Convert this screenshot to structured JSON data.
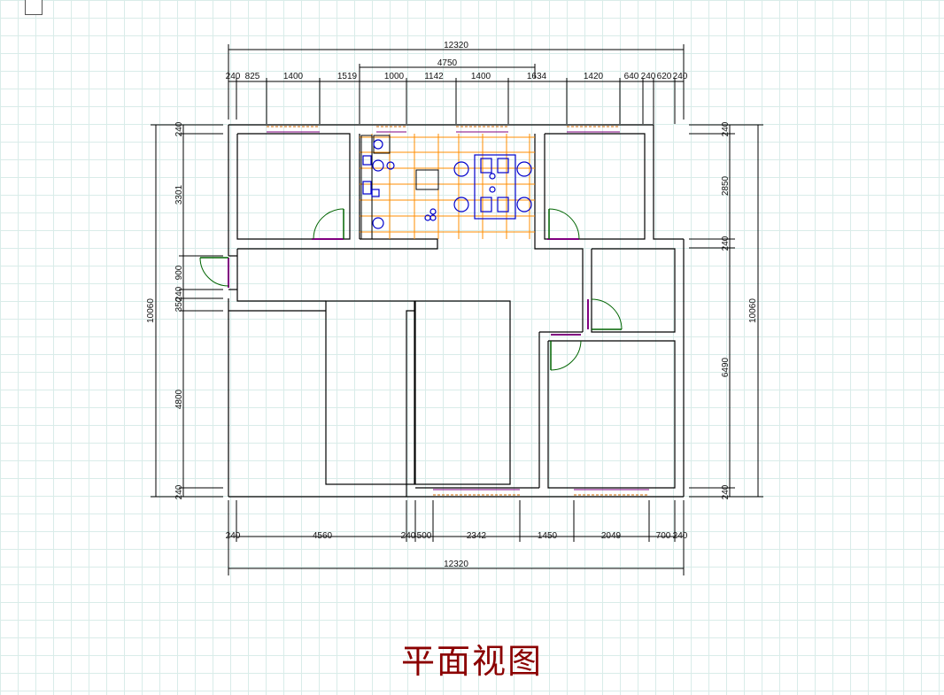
{
  "canvas": {
    "corner_button_icon": "square-icon"
  },
  "caption": "平面视图",
  "dimensions": {
    "top_overall": "12320",
    "top_segment": "4750",
    "top_row": [
      "240",
      "825",
      "1400",
      "1519",
      "1000",
      "1142",
      "1400",
      "1634",
      "1420",
      "640",
      "240",
      "620",
      "240"
    ],
    "bottom_row": [
      "240",
      "4560",
      "240",
      "500",
      "2342",
      "1450",
      "2049",
      "700",
      "240"
    ],
    "bottom_overall": "12320",
    "left_overall": "10060",
    "left_segments": [
      "240",
      "3301",
      "900",
      "240",
      "350",
      "4800",
      "240"
    ],
    "right_overall": "10060",
    "right_segments": [
      "240",
      "2850",
      "240",
      "6490",
      "240"
    ]
  },
  "colors": {
    "wall": "#000000",
    "door": "#006400",
    "window": "#800080",
    "furniture_grid": "#ff8c00",
    "furniture": "#0000cc",
    "caption": "#8b0000",
    "grid": "#d9ece9"
  }
}
